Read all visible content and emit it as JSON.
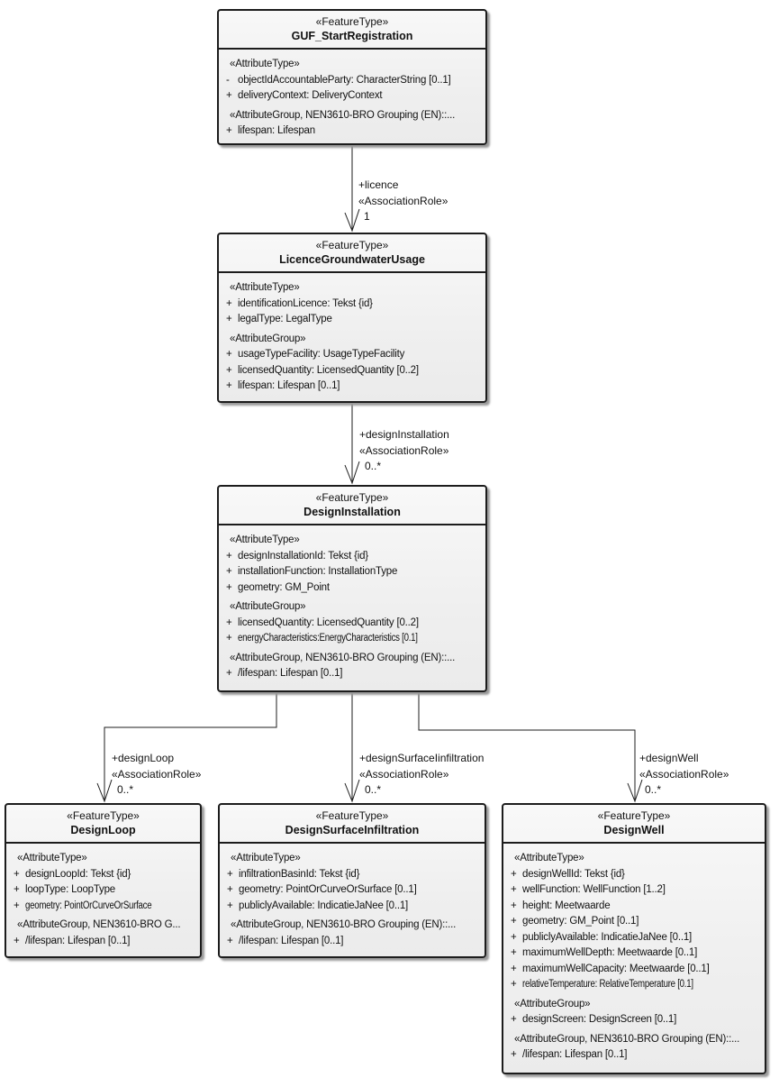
{
  "diagram": {
    "colors": {
      "background": "#ffffff",
      "node_fill_top": "#f8f8f8",
      "node_fill_bottom": "#ebebeb",
      "node_border": "#1c1c1c",
      "connector_line": "#1c1c1c",
      "text": "#111111",
      "shadow": "#9a9a9a"
    },
    "boxes": [
      {
        "stereotype": "«FeatureType»",
        "name": "GUF_StartRegistration",
        "rows": [
          {
            "kind": "stereo",
            "prefix": "",
            "text": "«AttributeType»"
          },
          {
            "kind": "attr",
            "prefix": "-",
            "text": "objectIdAccountableParty: CharacterString [0..1]"
          },
          {
            "kind": "attr",
            "prefix": "+",
            "text": "deliveryContext: DeliveryContext"
          },
          {
            "kind": "stereo",
            "prefix": "",
            "text": "«AttributeGroup, NEN3610-BRO Grouping (EN)::..."
          },
          {
            "kind": "attr",
            "prefix": "+",
            "text": "lifespan: Lifespan"
          }
        ]
      },
      {
        "stereotype": "«FeatureType»",
        "name": "LicenceGroundwaterUsage",
        "rows": [
          {
            "kind": "stereo",
            "prefix": "",
            "text": "«AttributeType»"
          },
          {
            "kind": "attr",
            "prefix": "+",
            "text": "identificationLicence: Tekst {id}"
          },
          {
            "kind": "attr",
            "prefix": "+",
            "text": "legalType: LegalType"
          },
          {
            "kind": "stereo",
            "prefix": "",
            "text": "«AttributeGroup»"
          },
          {
            "kind": "attr",
            "prefix": "+",
            "text": "usageTypeFacility: UsageTypeFacility"
          },
          {
            "kind": "attr",
            "prefix": "+",
            "text": "licensedQuantity: LicensedQuantity [0..2]"
          },
          {
            "kind": "attr",
            "prefix": "+",
            "text": "lifespan: Lifespan [0..1]"
          }
        ]
      },
      {
        "stereotype": "«FeatureType»",
        "name": "DesignInstallation",
        "rows": [
          {
            "kind": "stereo",
            "prefix": "",
            "text": "«AttributeType»"
          },
          {
            "kind": "attr",
            "prefix": "+",
            "text": "designInstallationId: Tekst {id}"
          },
          {
            "kind": "attr",
            "prefix": "+",
            "text": "installationFunction: InstallationType"
          },
          {
            "kind": "attr",
            "prefix": "+",
            "text": "geometry: GM_Point"
          },
          {
            "kind": "stereo",
            "prefix": "",
            "text": "«AttributeGroup»"
          },
          {
            "kind": "attr",
            "prefix": "+",
            "text": "licensedQuantity: LicensedQuantity [0..2]"
          },
          {
            "kind": "attr",
            "prefix": "+",
            "text": "energyCharacteristics:EnergyCharacteristics [0.1]"
          },
          {
            "kind": "stereo",
            "prefix": "",
            "text": "«AttributeGroup, NEN3610-BRO Grouping (EN)::..."
          },
          {
            "kind": "attr",
            "prefix": "+",
            "text": "/lifespan: Lifespan [0..1]"
          }
        ]
      },
      {
        "stereotype": "«FeatureType»",
        "name": "DesignLoop",
        "rows": [
          {
            "kind": "stereo",
            "prefix": "",
            "text": "«AttributeType»"
          },
          {
            "kind": "attr",
            "prefix": "+",
            "text": "designLoopId: Tekst {id}"
          },
          {
            "kind": "attr",
            "prefix": "+",
            "text": "loopType: LoopType"
          },
          {
            "kind": "attr",
            "prefix": "+",
            "text": "geometry: PointOrCurveOrSurface"
          },
          {
            "kind": "stereo",
            "prefix": "",
            "text": "«AttributeGroup, NEN3610-BRO G..."
          },
          {
            "kind": "attr",
            "prefix": "+",
            "text": "/lifespan: Lifespan [0..1]"
          }
        ]
      },
      {
        "stereotype": "«FeatureType»",
        "name": "DesignSurfaceInfiltration",
        "rows": [
          {
            "kind": "stereo",
            "prefix": "",
            "text": "«AttributeType»"
          },
          {
            "kind": "attr",
            "prefix": "+",
            "text": "infiltrationBasinId: Tekst {id}"
          },
          {
            "kind": "attr",
            "prefix": "+",
            "text": "geometry: PointOrCurveOrSurface [0..1]"
          },
          {
            "kind": "attr",
            "prefix": "+",
            "text": "publiclyAvailable: IndicatieJaNee [0..1]"
          },
          {
            "kind": "stereo",
            "prefix": "",
            "text": "«AttributeGroup, NEN3610-BRO Grouping (EN)::..."
          },
          {
            "kind": "attr",
            "prefix": "+",
            "text": "/lifespan: Lifespan [0..1]"
          }
        ]
      },
      {
        "stereotype": "«FeatureType»",
        "name": "DesignWell",
        "rows": [
          {
            "kind": "stereo",
            "prefix": "",
            "text": "«AttributeType»"
          },
          {
            "kind": "attr",
            "prefix": "+",
            "text": "designWellId: Tekst {id}"
          },
          {
            "kind": "attr",
            "prefix": "+",
            "text": "wellFunction: WellFunction [1..2]"
          },
          {
            "kind": "attr",
            "prefix": "+",
            "text": "height: Meetwaarde"
          },
          {
            "kind": "attr",
            "prefix": "+",
            "text": "geometry: GM_Point [0..1]"
          },
          {
            "kind": "attr",
            "prefix": "+",
            "text": "publiclyAvailable: IndicatieJaNee [0..1]"
          },
          {
            "kind": "attr",
            "prefix": "+",
            "text": "maximumWellDepth: Meetwaarde [0..1]"
          },
          {
            "kind": "attr",
            "prefix": "+",
            "text": "maximumWellCapacity: Meetwaarde [0..1]"
          },
          {
            "kind": "attr",
            "prefix": "+",
            "text": "relativeTemperature: RelativeTemperature [0.1]"
          },
          {
            "kind": "stereo",
            "prefix": "",
            "text": "«AttributeGroup»"
          },
          {
            "kind": "attr",
            "prefix": "+",
            "text": "designScreen: DesignScreen [0..1]"
          },
          {
            "kind": "stereo",
            "prefix": "",
            "text": "«AttributeGroup, NEN3610-BRO Grouping (EN)::..."
          },
          {
            "kind": "attr",
            "prefix": "+",
            "text": "/lifespan: Lifespan [0..1]"
          }
        ]
      }
    ],
    "connectors": [
      {
        "role": "+licence",
        "stereotype": "«AssociationRole»",
        "multiplicity": "1"
      },
      {
        "role": "+designInstallation",
        "stereotype": "«AssociationRole»",
        "multiplicity": "0..*"
      },
      {
        "role": "+designLoop",
        "stereotype": "«AssociationRole»",
        "multiplicity": "0..*"
      },
      {
        "role": "+designSurfaceIinfiltration",
        "stereotype": "«AssociationRole»",
        "multiplicity": "0..*"
      },
      {
        "role": "+designWell",
        "stereotype": "«AssociationRole»",
        "multiplicity": "0..*"
      }
    ]
  }
}
